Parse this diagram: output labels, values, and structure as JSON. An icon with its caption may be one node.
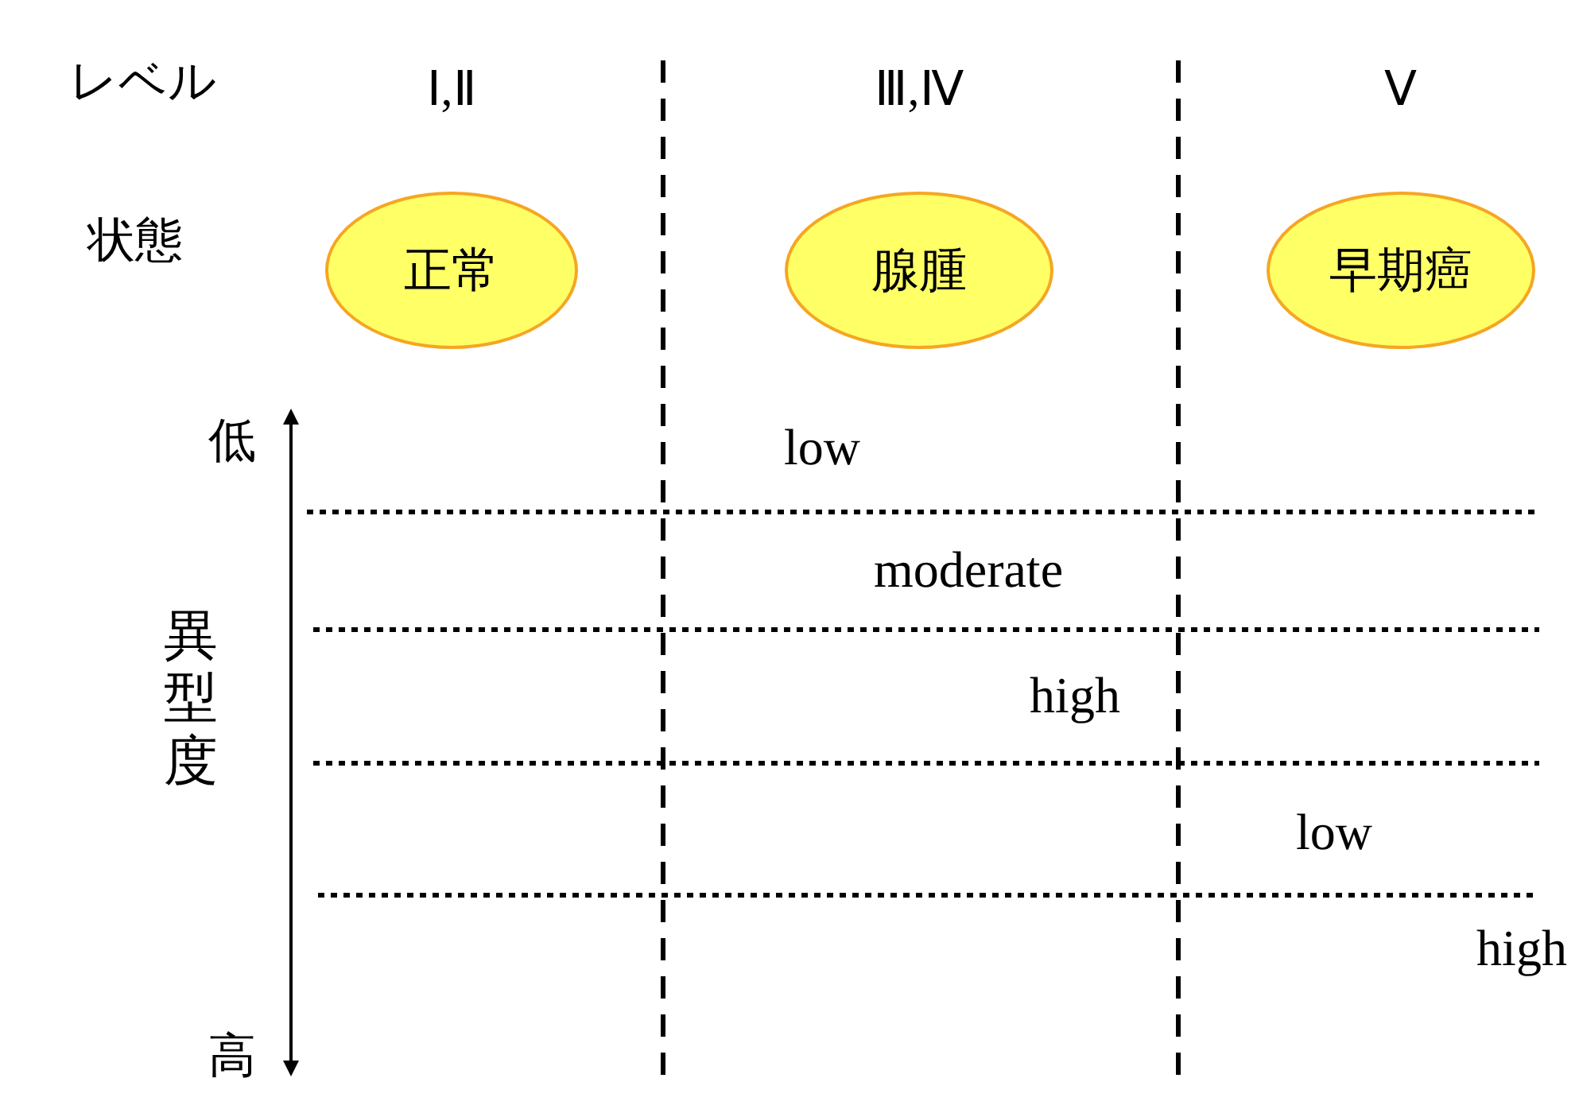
{
  "diagram": {
    "nodes": [
      {
        "text": [
          "正常"
        ]
      },
      {
        "text": [
          "腺腫"
        ]
      },
      {
        "text": [
          "早期癌"
        ]
      }
    ],
    "labels": [
      "レベル",
      "Ⅰ,Ⅱ",
      "Ⅲ,Ⅳ",
      "Ⅴ",
      "状態",
      "低",
      "low",
      "moderate",
      "異型度",
      "high",
      "low",
      "high",
      "高"
    ]
  }
}
